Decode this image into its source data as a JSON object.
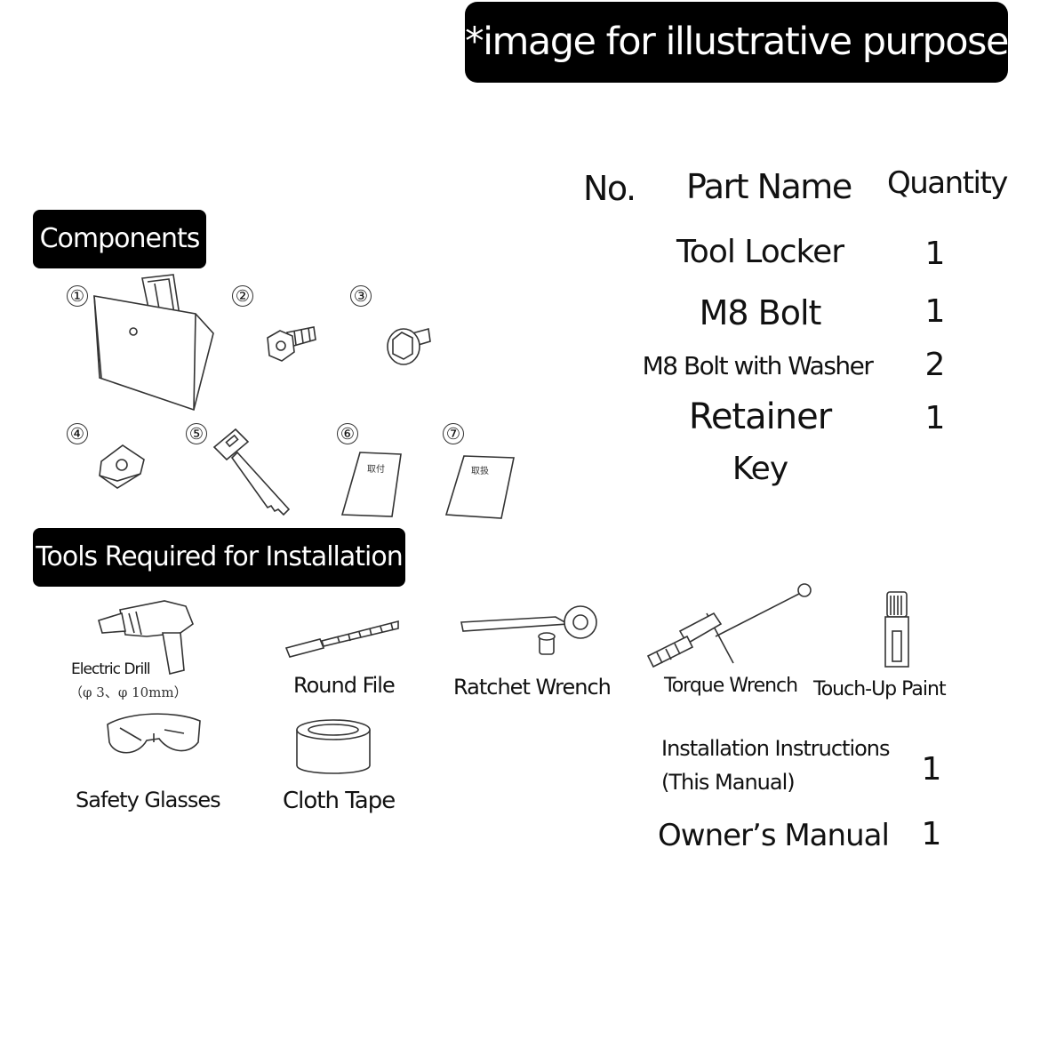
{
  "banner": {
    "text": "*image for illustrative purpose"
  },
  "headers": {
    "no": "No.",
    "part_name": "Part Name",
    "quantity": "Quantity"
  },
  "parts": [
    {
      "name": "Tool Locker",
      "qty": "1"
    },
    {
      "name": "M8 Bolt",
      "qty": "1"
    },
    {
      "name": "M8 Bolt with Washer",
      "qty": "2"
    },
    {
      "name": "Retainer",
      "qty": "1"
    },
    {
      "name": "Key",
      "qty": ""
    }
  ],
  "components_label": "Components",
  "component_numbers": [
    "①",
    "②",
    "③",
    "④",
    "⑤",
    "⑥",
    "⑦"
  ],
  "doc_labels": {
    "install": "取付",
    "handling": "取扱"
  },
  "tools_label": "Tools Required for Installation",
  "tools": {
    "electric_drill": "Electric Drill",
    "drill_sizes": "（φ 3、φ 10mm）",
    "round_file": "Round File",
    "ratchet_wrench": "Ratchet Wrench",
    "torque_wrench": "Torque Wrench",
    "touch_up_paint": "Touch-Up Paint",
    "safety_glasses": "Safety Glasses",
    "cloth_tape": "Cloth Tape"
  },
  "manuals": [
    {
      "name_line1": "Installation Instructions",
      "name_line2": "(This Manual)",
      "qty": "1"
    },
    {
      "name_line1": "Owner’s Manual",
      "qty": "1"
    }
  ]
}
